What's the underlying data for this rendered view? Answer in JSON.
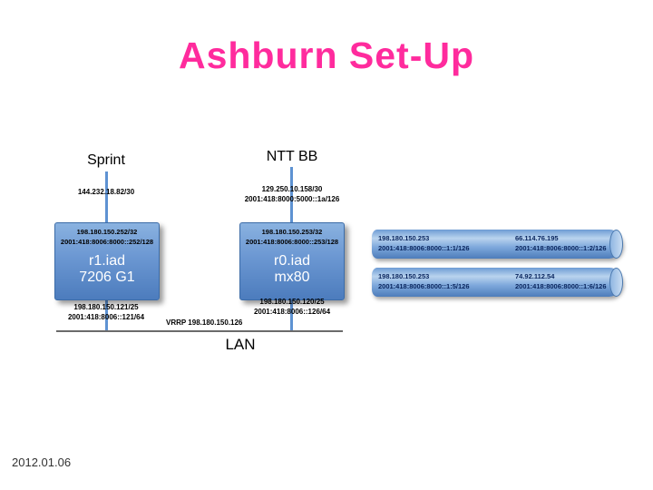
{
  "slide": {
    "title": "Ashburn Set-Up",
    "date": "2012.01.06"
  },
  "uplinks": {
    "sprint": {
      "label": "Sprint",
      "ipv4": "144.232.18.82/30"
    },
    "ntt": {
      "label": "NTT BB",
      "ipv4": "129.250.10.158/30",
      "ipv6": "2001:418:8000:5000::1a/126"
    }
  },
  "routers": {
    "r1": {
      "loopback_v4": "198.180.150.252/32",
      "loopback_v6": "2001:418:8006:8000::252/128",
      "name": "r1.iad",
      "model": "7206 G1",
      "lan_v4": "198.180.150.121/25",
      "lan_v6": "2001:418:8006::121/64"
    },
    "r0": {
      "loopback_v4": "198.180.150.253/32",
      "loopback_v6": "2001:418:8006:8000::253/128",
      "name": "r0.iad",
      "model": "mx80",
      "lan_v4": "198.180.150.120/25",
      "lan_v6": "2001:418:8006::126/64"
    }
  },
  "lan": {
    "label": "LAN",
    "vrrp_label": "VRRP 198.180.150.126"
  },
  "tunnels": [
    {
      "near_v4": "198.180.150.253",
      "near_v6": "2001:418:8006:8000::1:1/126",
      "far_v4": "66.114.76.195",
      "far_v6": "2001:418:8006:8000::1:2/126"
    },
    {
      "near_v4": "198.180.150.253",
      "near_v6": "2001:418:8006:8000::1:5/126",
      "far_v4": "74.92.112.54",
      "far_v6": "2001:418:8006:8000::1:6/126"
    }
  ]
}
